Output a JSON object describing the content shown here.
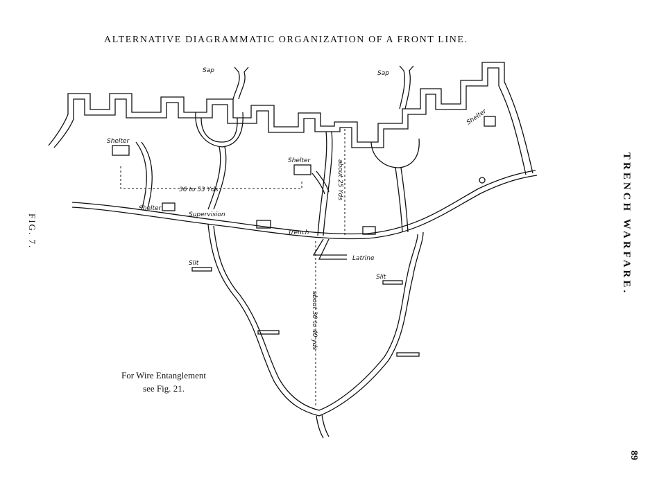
{
  "title": "ALTERNATIVE DIAGRAMMATIC ORGANIZATION OF A FRONT LINE.",
  "side_heading": "TRENCH WARFARE.",
  "figure_label": "FIG. 7.",
  "page_number": "89",
  "note": {
    "line1": "For Wire Entanglement",
    "line2": "see Fig. 21."
  },
  "labels": {
    "sap_left": "Sap",
    "sap_right": "Sap",
    "shelter_left": "Shelter",
    "shelter_mid": "Shelter",
    "shelter_right": "Shelter",
    "shelter_support": "Shelter",
    "supervision": "Supervision",
    "trench": "Trench",
    "latrine": "Latrine",
    "slit_left": "Slit",
    "slit_right": "Slit"
  },
  "dimensions": {
    "horizontal": "36 to 53 Yds",
    "vertical_top": "about 25 Yds",
    "vertical_bottom": "about 30 to 40 yds"
  }
}
